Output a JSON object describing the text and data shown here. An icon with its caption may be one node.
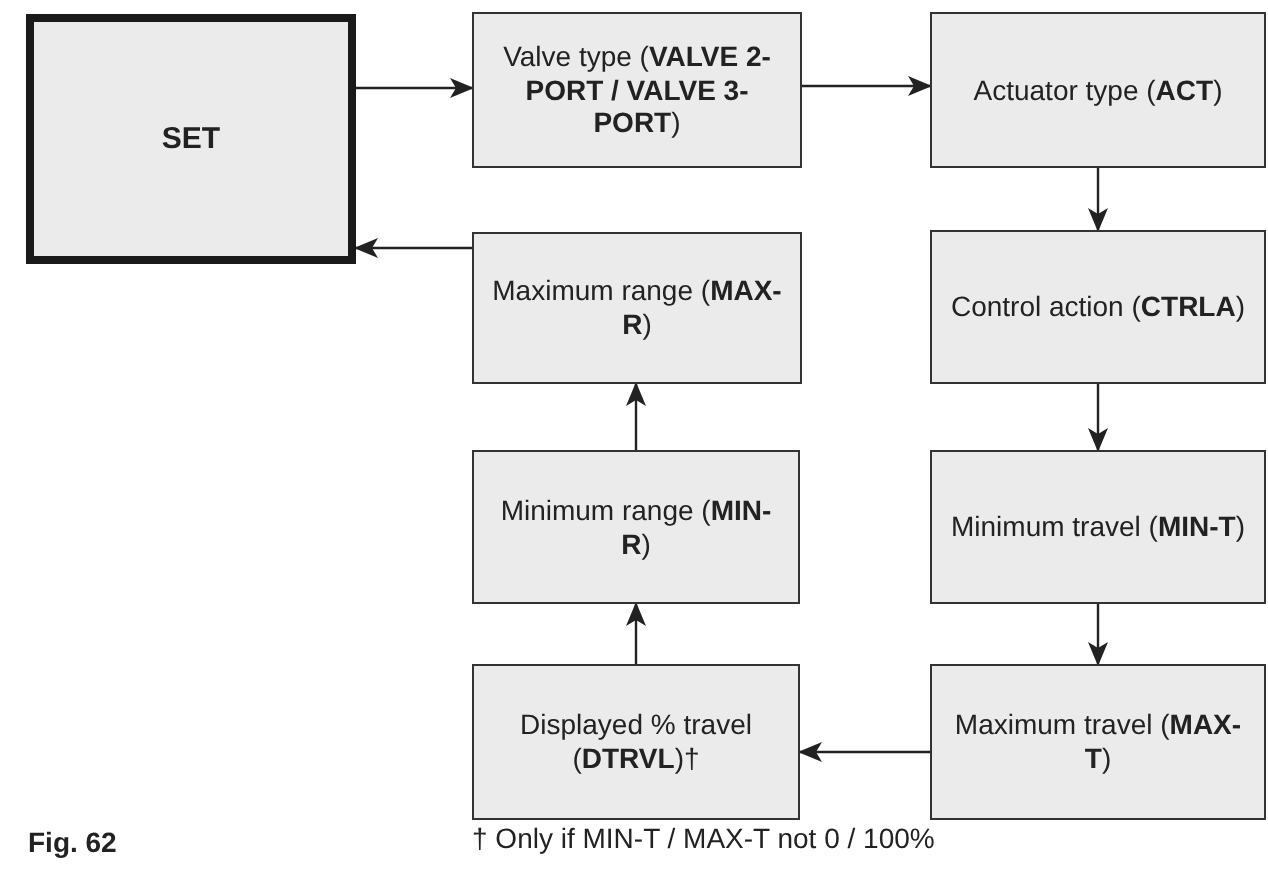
{
  "diagram": {
    "nodes": [
      {
        "text": [
          "SET"
        ]
      },
      {
        "text": [
          "Valve type (**VALVE 2-PORT / VALVE 3-PORT**)"
        ]
      },
      {
        "text": [
          "Actuator type (**ACT**)"
        ]
      },
      {
        "text": [
          "Control action (**CTRLA**)"
        ]
      },
      {
        "text": [
          "Minimum travel (**MIN-T**)"
        ]
      },
      {
        "text": [
          "Maximum travel (**MAX-T**)"
        ]
      },
      {
        "text": [
          "Displayed % travel (**DTRVL**)†"
        ]
      },
      {
        "text": [
          "Minimum range (**MIN-R**)"
        ]
      },
      {
        "text": [
          "Maximum range (**MAX-R**)"
        ]
      }
    ],
    "edges": [
      {
        "from": 0,
        "to": 1,
        "arrow": "to"
      },
      {
        "from": 1,
        "to": 2,
        "arrow": "to"
      },
      {
        "from": 2,
        "to": 3,
        "arrow": "to"
      },
      {
        "from": 3,
        "to": 4,
        "arrow": "to"
      },
      {
        "from": 4,
        "to": 5,
        "arrow": "to"
      },
      {
        "from": 5,
        "to": 6,
        "arrow": "to"
      },
      {
        "from": 6,
        "to": 7,
        "arrow": "to"
      },
      {
        "from": 7,
        "to": 8,
        "arrow": "to"
      },
      {
        "from": 8,
        "to": 0,
        "arrow": "to"
      }
    ],
    "labels": [
      "Fig. 62",
      "† Only if MIN-T / MAX-T not 0 / 100%"
    ]
  }
}
